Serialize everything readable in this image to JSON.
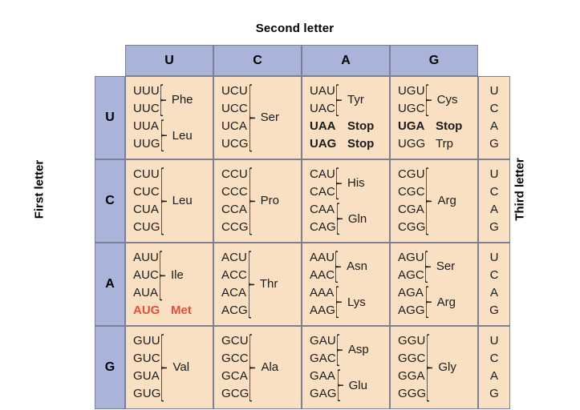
{
  "titles": {
    "second_letter": "Second letter",
    "first_letter": "First letter",
    "third_letter": "Third letter"
  },
  "colors": {
    "header_blue": "#aab3da",
    "cell_peach": "#fae0c3",
    "border": "#7a7f96",
    "start_codon_red": "#e0513b",
    "text": "#1a1a1a"
  },
  "column_headers": [
    "U",
    "C",
    "A",
    "G"
  ],
  "row_headers": [
    "U",
    "C",
    "A",
    "G"
  ],
  "third_letters": [
    "U",
    "C",
    "A",
    "G"
  ],
  "chart_data": {
    "type": "table",
    "title": "Genetic code (codon) table",
    "xlabel": "Second letter",
    "ylabel": "First letter",
    "zlabel": "Third letter",
    "categories": [
      "U",
      "C",
      "A",
      "G"
    ],
    "cells": [
      {
        "first": "U",
        "second": "U",
        "groups": [
          {
            "codons": [
              "UUU",
              "UUC"
            ],
            "amino_acid": "Phe",
            "style": "brace"
          },
          {
            "codons": [
              "UUA",
              "UUG"
            ],
            "amino_acid": "Leu",
            "style": "brace"
          }
        ]
      },
      {
        "first": "U",
        "second": "C",
        "groups": [
          {
            "codons": [
              "UCU",
              "UCC",
              "UCA",
              "UCG"
            ],
            "amino_acid": "Ser",
            "style": "brace"
          }
        ]
      },
      {
        "first": "U",
        "second": "A",
        "groups": [
          {
            "codons": [
              "UAU",
              "UAC"
            ],
            "amino_acid": "Tyr",
            "style": "brace"
          },
          {
            "codons": [
              "UAA"
            ],
            "amino_acid": "Stop",
            "style": "plain",
            "bold": true
          },
          {
            "codons": [
              "UAG"
            ],
            "amino_acid": "Stop",
            "style": "plain",
            "bold": true
          }
        ]
      },
      {
        "first": "U",
        "second": "G",
        "groups": [
          {
            "codons": [
              "UGU",
              "UGC"
            ],
            "amino_acid": "Cys",
            "style": "brace"
          },
          {
            "codons": [
              "UGA"
            ],
            "amino_acid": "Stop",
            "style": "plain",
            "bold": true
          },
          {
            "codons": [
              "UGG"
            ],
            "amino_acid": "Trp",
            "style": "plain",
            "bold": false
          }
        ]
      },
      {
        "first": "C",
        "second": "U",
        "groups": [
          {
            "codons": [
              "CUU",
              "CUC",
              "CUA",
              "CUG"
            ],
            "amino_acid": "Leu",
            "style": "brace"
          }
        ]
      },
      {
        "first": "C",
        "second": "C",
        "groups": [
          {
            "codons": [
              "CCU",
              "CCC",
              "CCA",
              "CCG"
            ],
            "amino_acid": "Pro",
            "style": "brace"
          }
        ]
      },
      {
        "first": "C",
        "second": "A",
        "groups": [
          {
            "codons": [
              "CAU",
              "CAC"
            ],
            "amino_acid": "His",
            "style": "brace"
          },
          {
            "codons": [
              "CAA",
              "CAG"
            ],
            "amino_acid": "Gln",
            "style": "brace"
          }
        ]
      },
      {
        "first": "C",
        "second": "G",
        "groups": [
          {
            "codons": [
              "CGU",
              "CGC",
              "CGA",
              "CGG"
            ],
            "amino_acid": "Arg",
            "style": "brace"
          }
        ]
      },
      {
        "first": "A",
        "second": "U",
        "groups": [
          {
            "codons": [
              "AUU",
              "AUC",
              "AUA"
            ],
            "amino_acid": "Ile",
            "style": "brace"
          },
          {
            "codons": [
              "AUG"
            ],
            "amino_acid": "Met",
            "style": "plain",
            "highlight": "start-codon"
          }
        ]
      },
      {
        "first": "A",
        "second": "C",
        "groups": [
          {
            "codons": [
              "ACU",
              "ACC",
              "ACA",
              "ACG"
            ],
            "amino_acid": "Thr",
            "style": "brace"
          }
        ]
      },
      {
        "first": "A",
        "second": "A",
        "groups": [
          {
            "codons": [
              "AAU",
              "AAC"
            ],
            "amino_acid": "Asn",
            "style": "brace"
          },
          {
            "codons": [
              "AAA",
              "AAG"
            ],
            "amino_acid": "Lys",
            "style": "brace"
          }
        ]
      },
      {
        "first": "A",
        "second": "G",
        "groups": [
          {
            "codons": [
              "AGU",
              "AGC"
            ],
            "amino_acid": "Ser",
            "style": "brace"
          },
          {
            "codons": [
              "AGA",
              "AGG"
            ],
            "amino_acid": "Arg",
            "style": "brace"
          }
        ]
      },
      {
        "first": "G",
        "second": "U",
        "groups": [
          {
            "codons": [
              "GUU",
              "GUC",
              "GUA",
              "GUG"
            ],
            "amino_acid": "Val",
            "style": "brace"
          }
        ]
      },
      {
        "first": "G",
        "second": "C",
        "groups": [
          {
            "codons": [
              "GCU",
              "GCC",
              "GCA",
              "GCG"
            ],
            "amino_acid": "Ala",
            "style": "brace"
          }
        ]
      },
      {
        "first": "G",
        "second": "A",
        "groups": [
          {
            "codons": [
              "GAU",
              "GAC"
            ],
            "amino_acid": "Asp",
            "style": "brace"
          },
          {
            "codons": [
              "GAA",
              "GAG"
            ],
            "amino_acid": "Glu",
            "style": "brace"
          }
        ]
      },
      {
        "first": "G",
        "second": "G",
        "groups": [
          {
            "codons": [
              "GGU",
              "GGC",
              "GGA",
              "GGG"
            ],
            "amino_acid": "Gly",
            "style": "brace"
          }
        ]
      }
    ]
  }
}
